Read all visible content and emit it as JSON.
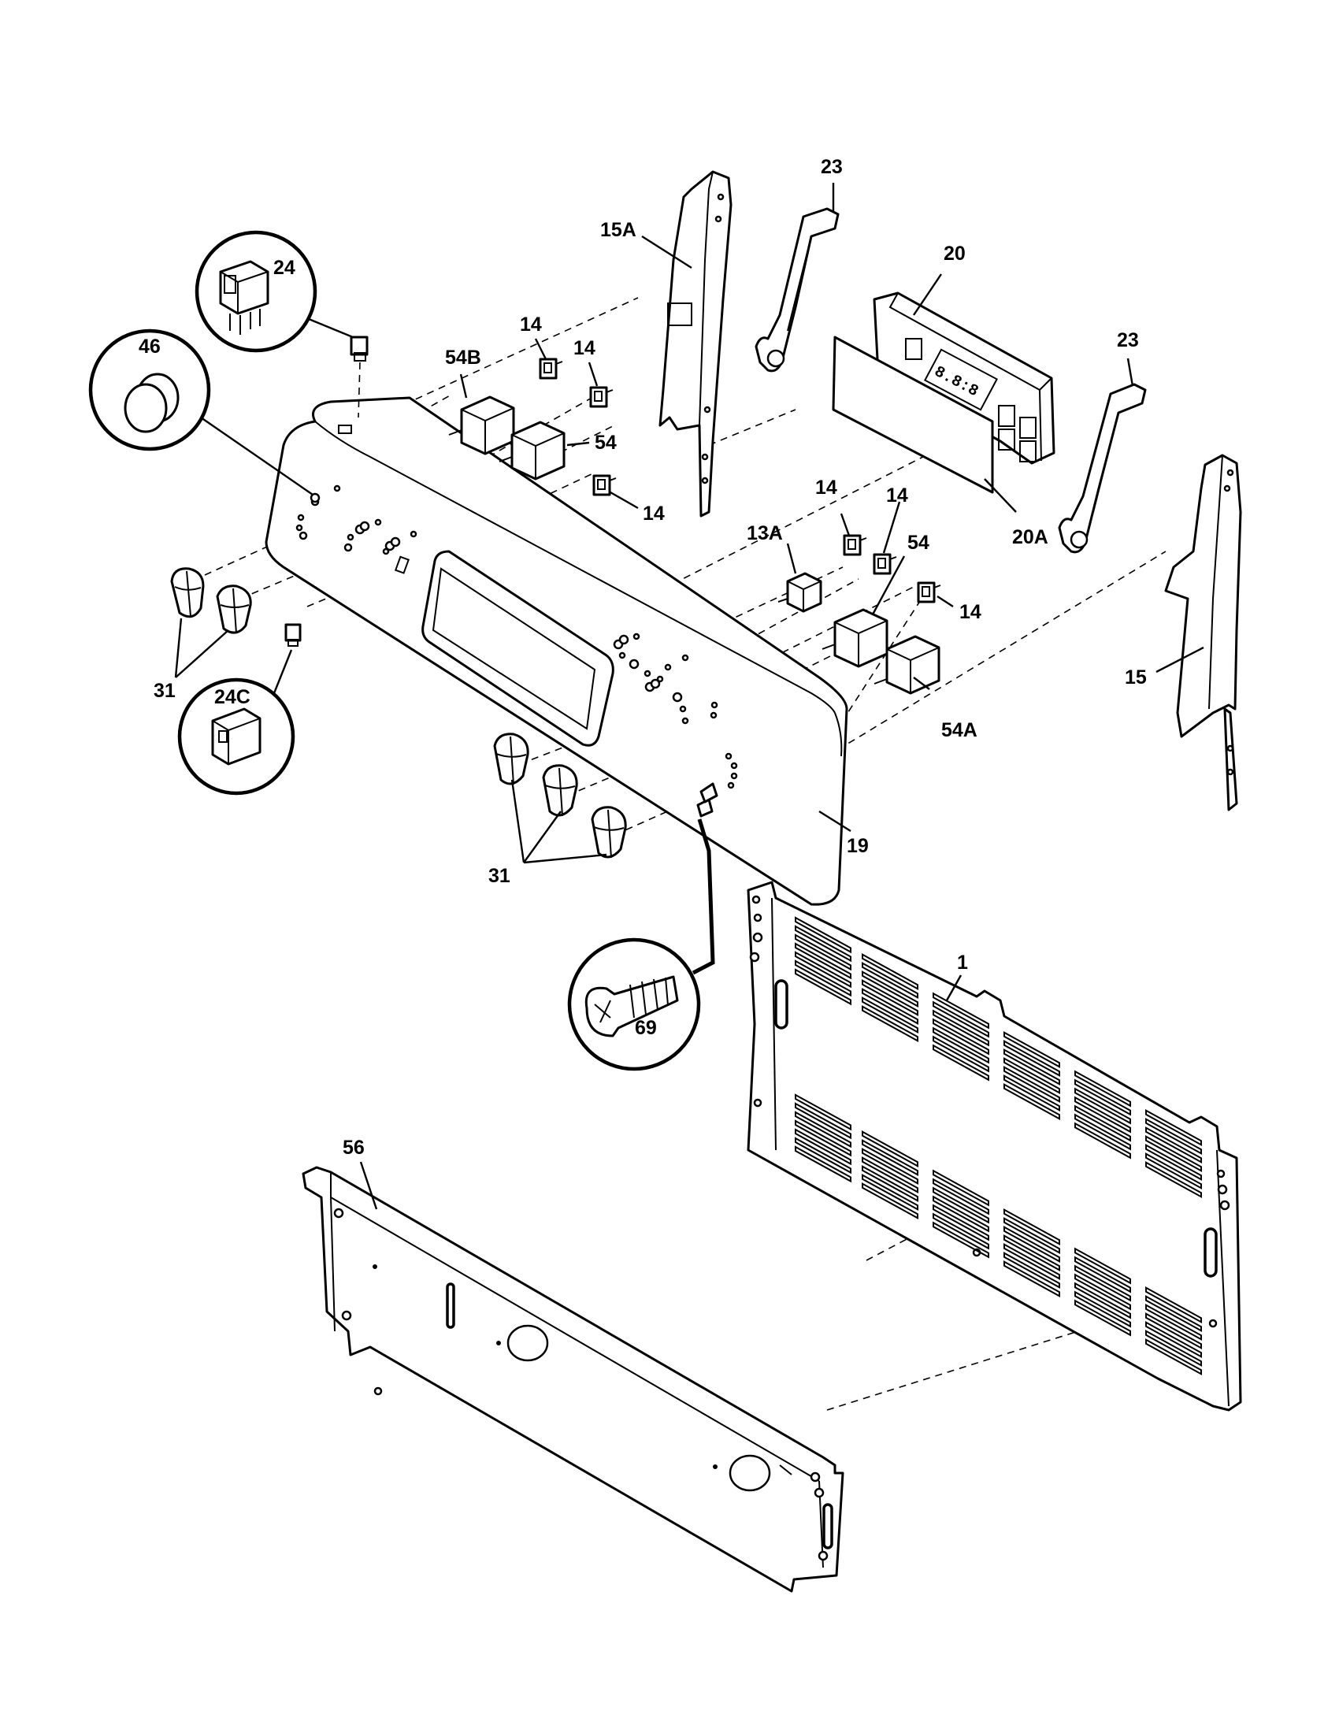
{
  "labels": {
    "p1": "1",
    "p13A": "13A",
    "p14a": "14",
    "p14b": "14",
    "p14c": "14",
    "p14d": "14",
    "p14e": "14",
    "p14f": "14",
    "p15": "15",
    "p15A": "15A",
    "p19": "19",
    "p20": "20",
    "p20A": "20A",
    "p23a": "23",
    "p23b": "23",
    "p24": "24",
    "p24C": "24C",
    "p31a": "31",
    "p31b": "31",
    "p46": "46",
    "p54a": "54",
    "p54b": "54",
    "p54A": "54A",
    "p54B": "54B",
    "p56": "56",
    "p69": "69"
  },
  "colors": {
    "line": "#000000",
    "background": "#ffffff"
  },
  "display_digits": "8.8:8"
}
